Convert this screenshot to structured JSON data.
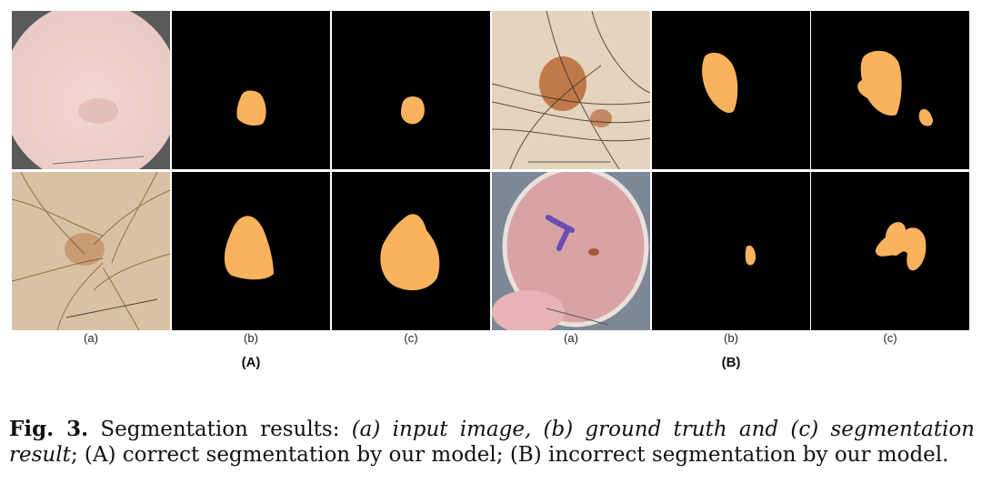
{
  "figure": {
    "panels": [
      {
        "label": "(A)",
        "columns": [
          "(a)",
          "(b)",
          "(c)"
        ],
        "rows": [
          {
            "input": "skin-lesion-photo-faint-pink",
            "ground_truth": "small-orange-blob",
            "segmentation": "small-orange-blob"
          },
          {
            "input": "skin-lesion-photo-hairy",
            "ground_truth": "large-orange-blob",
            "segmentation": "large-orange-blob"
          }
        ]
      },
      {
        "label": "(B)",
        "columns": [
          "(a)",
          "(b)",
          "(c)"
        ],
        "rows": [
          {
            "input": "skin-lesion-photo-brown-with-hairs",
            "ground_truth": "orange-blob",
            "segmentation": "orange-blob-with-extra-region"
          },
          {
            "input": "skin-lesion-photo-ink-mark",
            "ground_truth": "tiny-orange-blob",
            "segmentation": "fragmented-orange-blob"
          }
        ]
      }
    ],
    "mask_color": "#f9b35d",
    "background_color": "#000000"
  },
  "caption": {
    "lead": "Fig. 3.",
    "text_1": "Segmentation results:",
    "italic_1": "(a) input image, (b) ground truth and (c) segmentation result",
    "text_2": "; (A) correct segmentation by our model; (B) incorrect segmentation by our model."
  }
}
